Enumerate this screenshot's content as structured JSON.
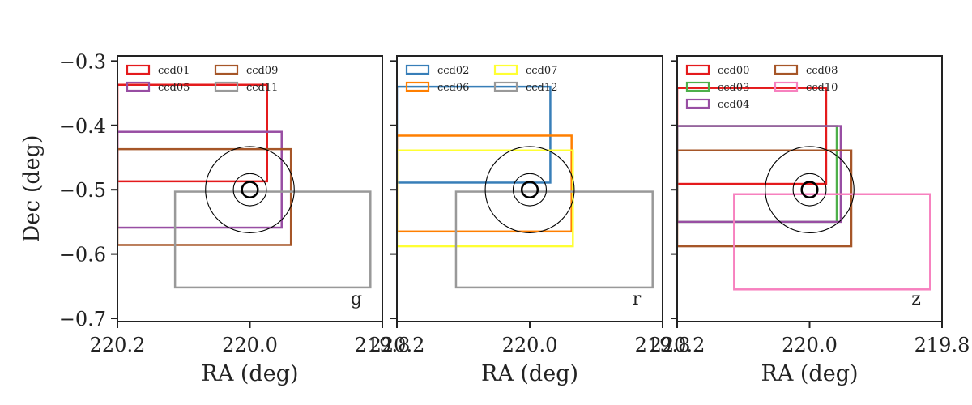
{
  "chart_data": [
    {
      "type": "scatter",
      "band": "g",
      "xlabel": "RA (deg)",
      "ylabel": "Dec (deg)",
      "xlim": [
        220.2,
        219.8
      ],
      "ylim": [
        -0.705,
        -0.292
      ],
      "xticks": [
        "220.2",
        "220.0",
        "219.8"
      ],
      "yticks": [
        "−0.3",
        "−0.4",
        "−0.5",
        "−0.6",
        "−0.7"
      ],
      "circles": {
        "center": [
          220.0,
          -0.5
        ],
        "radii_deg": [
          0.012,
          0.025,
          0.067
        ]
      },
      "legend_columns": 2,
      "legend": [
        "ccd01",
        "ccd05",
        "ccd09",
        "ccd11"
      ],
      "ccds": [
        {
          "name": "ccd01",
          "color": "#e41a1c",
          "ra_min": 219.974,
          "ra_max": 220.2,
          "dec_min": -0.487,
          "dec_max": -0.337
        },
        {
          "name": "ccd05",
          "color": "#984ea3",
          "ra_min": 219.952,
          "ra_max": 220.2,
          "dec_min": -0.559,
          "dec_max": -0.41
        },
        {
          "name": "ccd09",
          "color": "#a65628",
          "ra_min": 219.938,
          "ra_max": 220.2,
          "dec_min": -0.586,
          "dec_max": -0.437
        },
        {
          "name": "ccd11",
          "color": "#999999",
          "ra_min": 219.818,
          "ra_max": 220.113,
          "dec_min": -0.652,
          "dec_max": -0.503
        }
      ]
    },
    {
      "type": "scatter",
      "band": "r",
      "xlabel": "RA (deg)",
      "ylabel": "",
      "xlim": [
        220.2,
        219.8
      ],
      "ylim": [
        -0.705,
        -0.292
      ],
      "xticks": [
        "220.2",
        "220.0",
        "219.8"
      ],
      "yticks": [],
      "circles": {
        "center": [
          220.0,
          -0.5
        ],
        "radii_deg": [
          0.012,
          0.025,
          0.067
        ]
      },
      "legend_columns": 2,
      "legend": [
        "ccd02",
        "ccd06",
        "ccd07",
        "ccd12"
      ],
      "ccds": [
        {
          "name": "ccd02",
          "color": "#377eb8",
          "ra_min": 219.969,
          "ra_max": 220.2,
          "dec_min": -0.489,
          "dec_max": -0.34
        },
        {
          "name": "ccd06",
          "color": "#ff7f00",
          "ra_min": 219.937,
          "ra_max": 220.2,
          "dec_min": -0.565,
          "dec_max": -0.416
        },
        {
          "name": "ccd07",
          "color": "#ffff33",
          "ra_min": 219.935,
          "ra_max": 220.2,
          "dec_min": -0.588,
          "dec_max": -0.439
        },
        {
          "name": "ccd12",
          "color": "#999999",
          "ra_min": 219.815,
          "ra_max": 220.111,
          "dec_min": -0.652,
          "dec_max": -0.503
        }
      ]
    },
    {
      "type": "scatter",
      "band": "z",
      "xlabel": "RA (deg)",
      "ylabel": "",
      "xlim": [
        220.2,
        219.8
      ],
      "ylim": [
        -0.705,
        -0.292
      ],
      "xticks": [
        "220.2",
        "220.0",
        "219.8"
      ],
      "yticks": [],
      "circles": {
        "center": [
          220.0,
          -0.5
        ],
        "radii_deg": [
          0.012,
          0.025,
          0.067
        ]
      },
      "legend_columns": 2,
      "legend": [
        "ccd00",
        "ccd03",
        "ccd04",
        "ccd08",
        "ccd10"
      ],
      "ccds": [
        {
          "name": "ccd00",
          "color": "#e41a1c",
          "ra_min": 219.975,
          "ra_max": 220.2,
          "dec_min": -0.491,
          "dec_max": -0.342
        },
        {
          "name": "ccd03",
          "color": "#4daf4a",
          "ra_min": 219.959,
          "ra_max": 220.2,
          "dec_min": -0.55,
          "dec_max": -0.401
        },
        {
          "name": "ccd04",
          "color": "#984ea3",
          "ra_min": 219.953,
          "ra_max": 220.2,
          "dec_min": -0.55,
          "dec_max": -0.401
        },
        {
          "name": "ccd08",
          "color": "#a65628",
          "ra_min": 219.937,
          "ra_max": 220.2,
          "dec_min": -0.588,
          "dec_max": -0.439
        },
        {
          "name": "ccd10",
          "color": "#f781bf",
          "ra_min": 219.818,
          "ra_max": 220.114,
          "dec_min": -0.655,
          "dec_max": -0.507
        }
      ]
    }
  ]
}
